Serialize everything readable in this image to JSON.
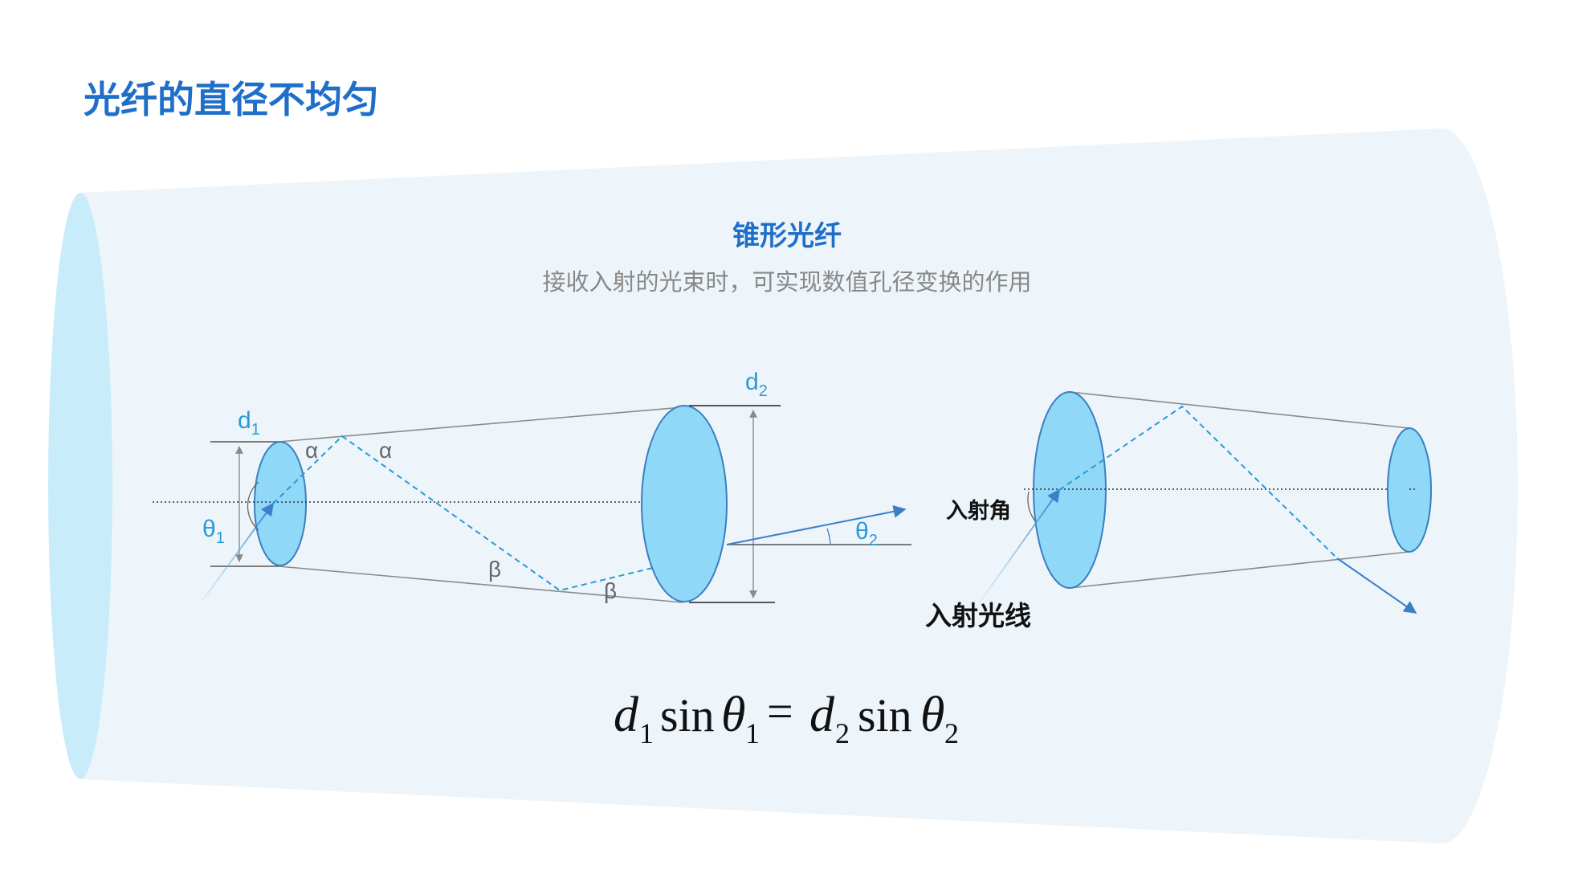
{
  "slide": {
    "title": "光纤的直径不均匀",
    "subtitle": "锥形光纤",
    "description": "接收入射的光束时，可实现数值孔径变换的作用"
  },
  "left_diagram": {
    "d1": "d",
    "d1_sub": "1",
    "d2": "d",
    "d2_sub": "2",
    "theta1": "θ",
    "theta1_sub": "1",
    "theta2": "θ",
    "theta2_sub": "2",
    "alpha": "α",
    "beta": "β"
  },
  "right_diagram": {
    "incident_angle_label": "入射角",
    "incident_ray_label": "入射光线"
  },
  "formula": {
    "d": "d",
    "one": "1",
    "two": "2",
    "sin": "sin",
    "theta": "θ",
    "equals": "="
  },
  "colors": {
    "title": "#1f6fc9",
    "subtitle": "#1f6fc9",
    "description": "#888888",
    "cone_background": "#eaf4fa",
    "cone_end": "#c6ebfa",
    "lens_fill": "#8fd8f8",
    "lens_stroke": "#3a7fc0",
    "ray": "#3a9fd0",
    "label_blue": "#2a9ad6",
    "line_gray": "#8a8a8a",
    "text_dark": "#111111"
  }
}
